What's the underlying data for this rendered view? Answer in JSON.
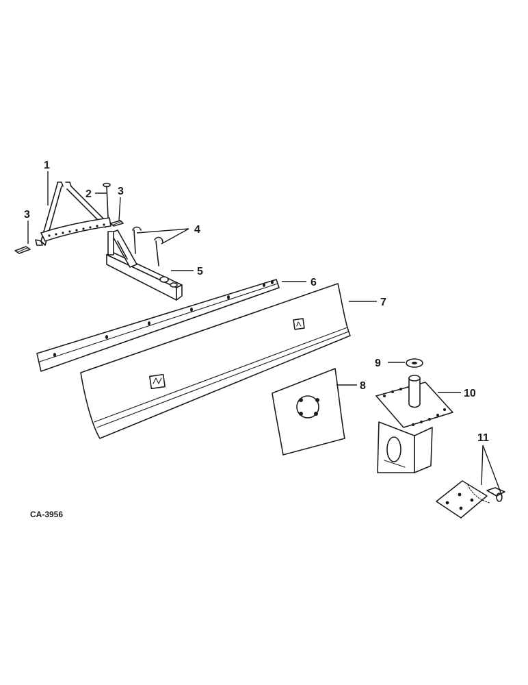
{
  "figure_code": "CA-3956",
  "callouts": [
    {
      "id": "1",
      "label": "1"
    },
    {
      "id": "2",
      "label": "2"
    },
    {
      "id": "3a",
      "label": "3"
    },
    {
      "id": "3b",
      "label": "3"
    },
    {
      "id": "4",
      "label": "4"
    },
    {
      "id": "5",
      "label": "5"
    },
    {
      "id": "6",
      "label": "6"
    },
    {
      "id": "7",
      "label": "7"
    },
    {
      "id": "8",
      "label": "8"
    },
    {
      "id": "9",
      "label": "9"
    },
    {
      "id": "10",
      "label": "10"
    },
    {
      "id": "11",
      "label": "11"
    }
  ]
}
